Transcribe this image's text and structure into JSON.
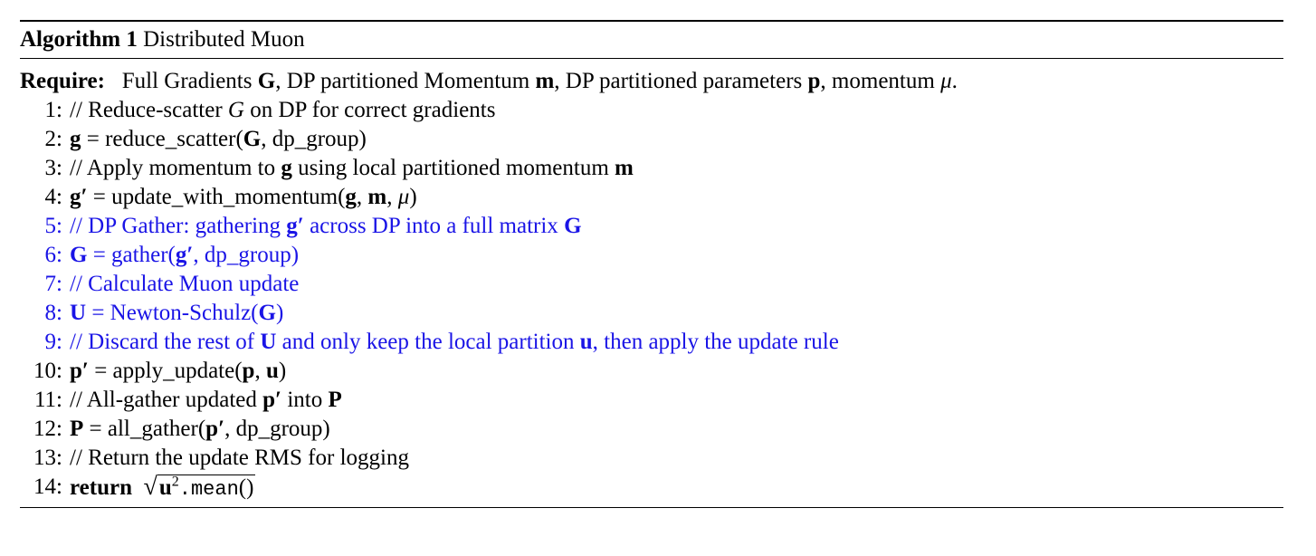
{
  "algorithm": {
    "label": "Algorithm 1",
    "title": "Distributed Muon"
  },
  "require": {
    "keyword": "Require:",
    "text": "Full Gradients G, DP partitioned Momentum m, DP partitioned parameters p, momentum μ."
  },
  "steps": [
    {
      "num": "1:",
      "text": "// Reduce-scatter G on DP for correct gradients",
      "color": "#000000"
    },
    {
      "num": "2:",
      "text": "g = reduce_scatter(G, dp_group)",
      "color": "#000000"
    },
    {
      "num": "3:",
      "text": "// Apply momentum to g using local partitioned momentum m",
      "color": "#000000"
    },
    {
      "num": "4:",
      "text": "g′ = update_with_momentum(g, m, μ)",
      "color": "#000000"
    },
    {
      "num": "5:",
      "text": "// DP Gather: gathering g′ across DP into a full matrix G",
      "color": "#1a14e6"
    },
    {
      "num": "6:",
      "text": "G = gather(g′, dp_group)",
      "color": "#1a14e6"
    },
    {
      "num": "7:",
      "text": "// Calculate Muon update",
      "color": "#1a14e6"
    },
    {
      "num": "8:",
      "text": "U = Newton-Schulz(G)",
      "color": "#1a14e6"
    },
    {
      "num": "9:",
      "text": "// Discard the rest of U and only keep the local partition u, then apply the update rule",
      "color": "#1a14e6"
    },
    {
      "num": "10:",
      "text": "p′ = apply_update(p, u)",
      "color": "#000000"
    },
    {
      "num": "11:",
      "text": "// All-gather updated p′ into P",
      "color": "#000000"
    },
    {
      "num": "12:",
      "text": "P = all_gather(p′, dp_group)",
      "color": "#000000"
    },
    {
      "num": "13:",
      "text": "// Return the update RMS for logging",
      "color": "#000000"
    },
    {
      "num": "14:",
      "keyword": "return",
      "text": "√u².mean()",
      "color": "#000000"
    }
  ]
}
